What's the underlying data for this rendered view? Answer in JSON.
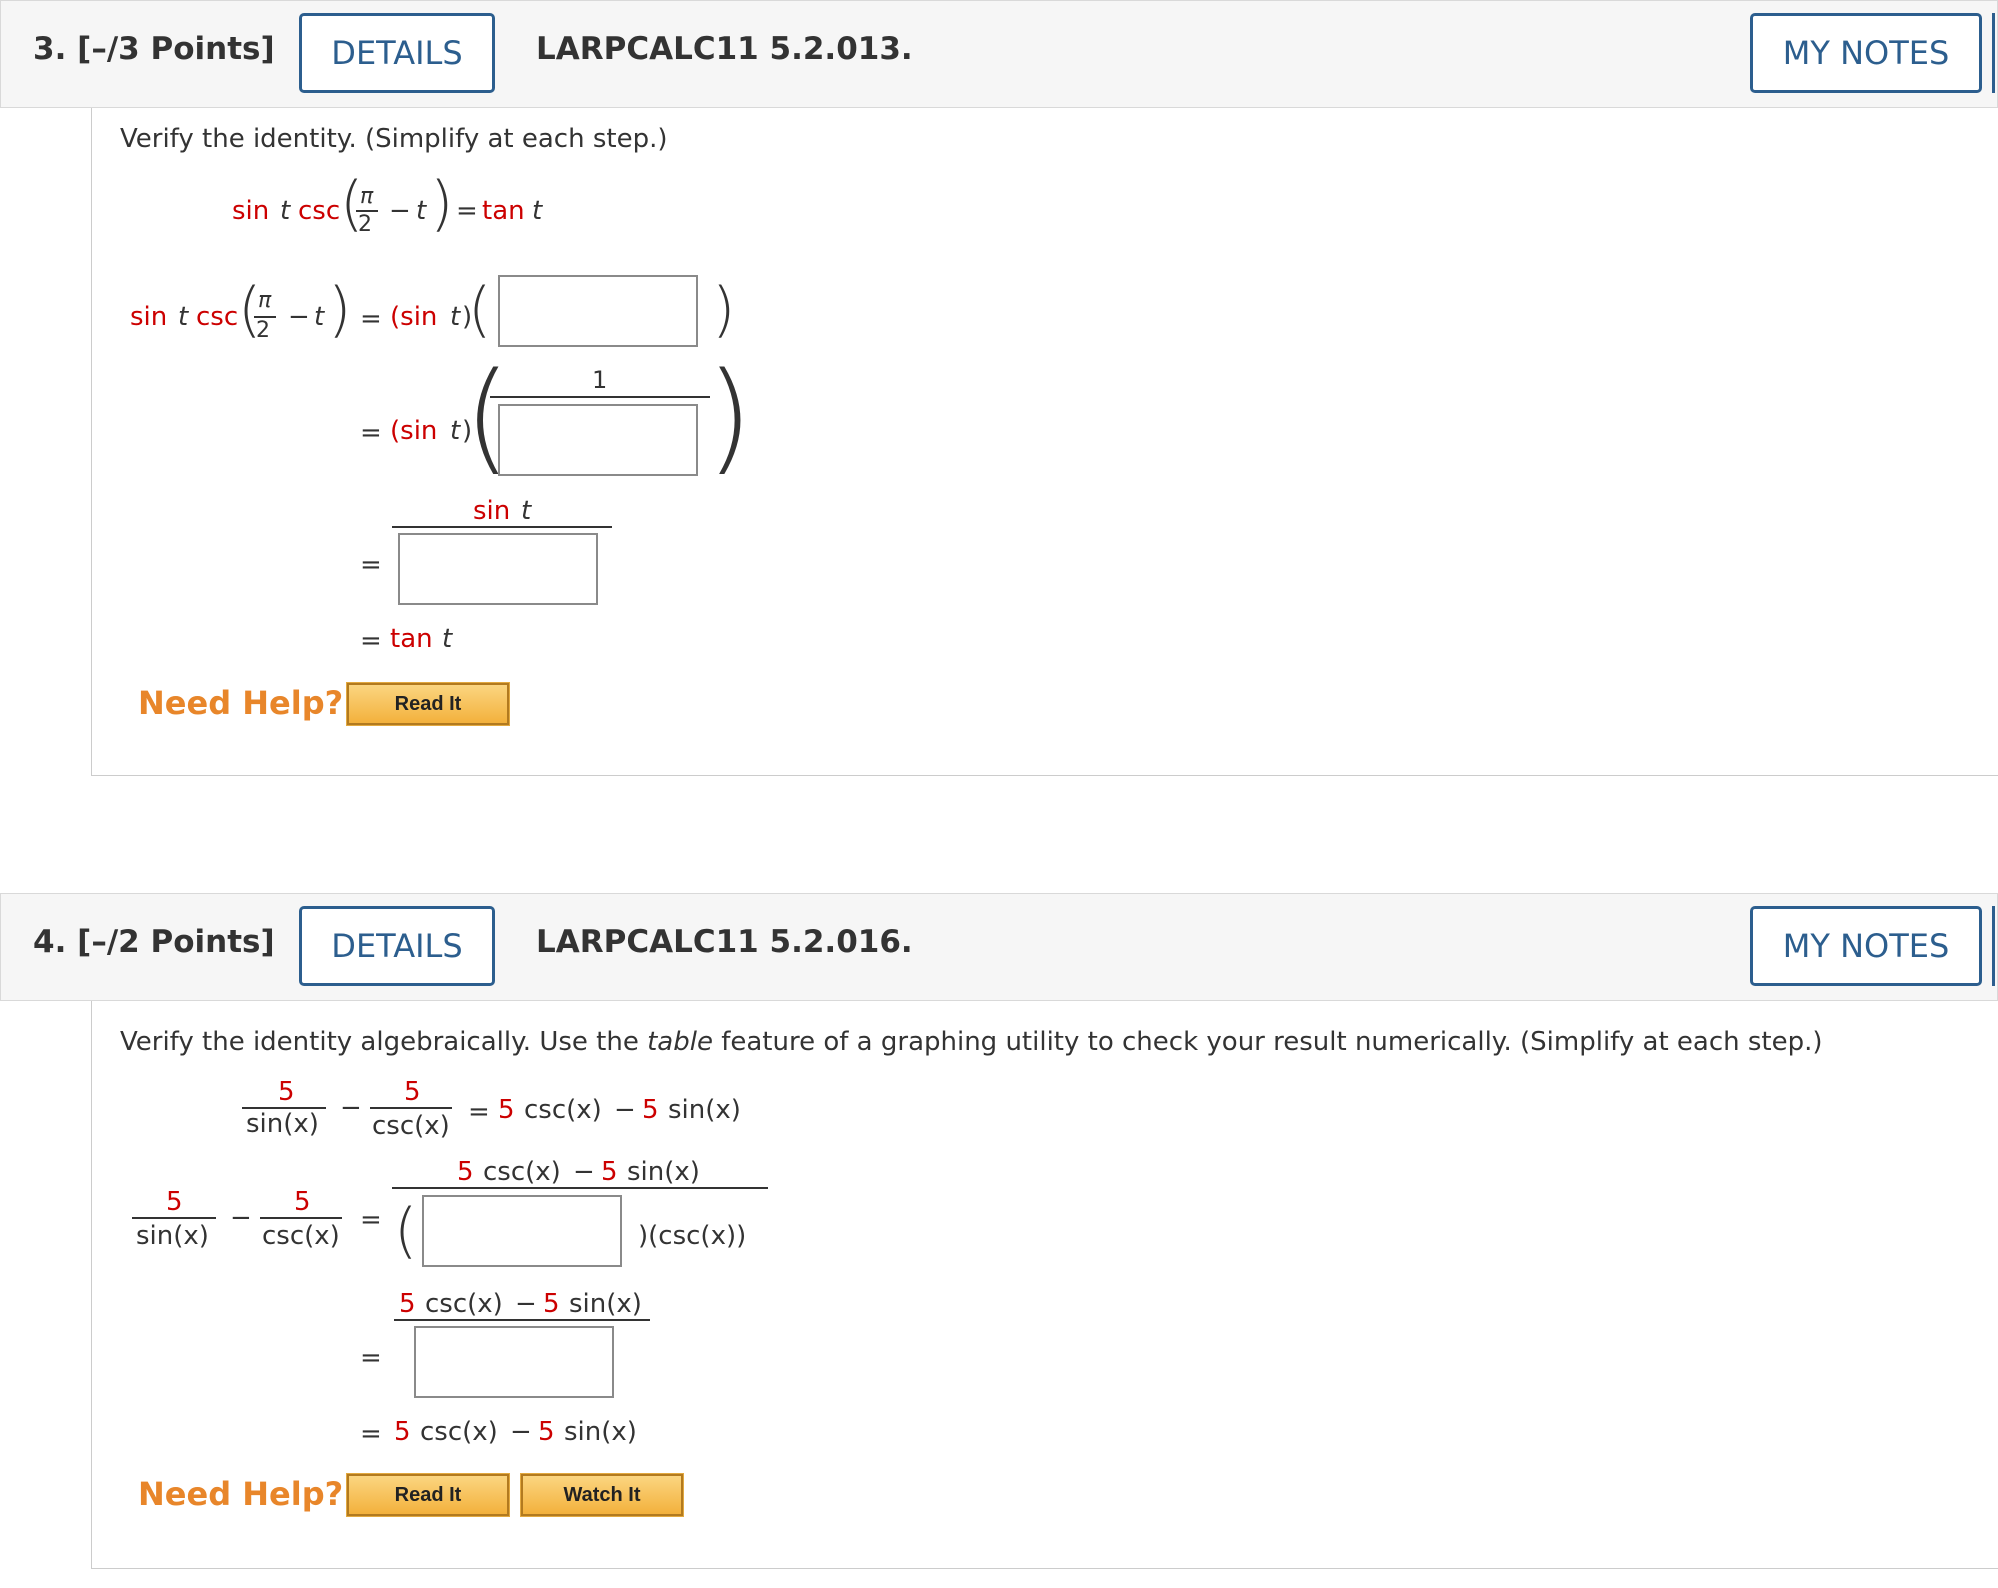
{
  "q3": {
    "number": "3.",
    "points": "[–/3 Points]",
    "details_label": "DETAILS",
    "reference": "LARPCALC11 5.2.013.",
    "notes_label": "MY NOTES",
    "prompt": "Verify the identity. (Simplify at each step.)",
    "help_label": "Need Help?",
    "read_it_label": "Read It",
    "math": {
      "sin": "sin",
      "t": "t",
      "csc": "csc",
      "pi": "π",
      "two": "2",
      "minus": "−",
      "eq": "=",
      "tan": "tan",
      "sint_paren_open": "(sin",
      "paren_close": ")",
      "one": "1"
    },
    "answers": [
      "",
      "",
      ""
    ]
  },
  "q4": {
    "number": "4.",
    "points": "[–/2 Points]",
    "details_label": "DETAILS",
    "reference": "LARPCALC11 5.2.016.",
    "notes_label": "MY NOTES",
    "prompt_a": "Verify the identity algebraically. Use the ",
    "prompt_em": "table",
    "prompt_b": " feature of a graphing utility to check your result numerically. (Simplify at each step.)",
    "help_label": "Need Help?",
    "read_it_label": "Read It",
    "watch_it_label": "Watch It",
    "math": {
      "five": "5",
      "sinx": "sin(x)",
      "cscx": "csc(x)",
      "minus": "−",
      "eq": "=",
      "rhs_csc": "csc(x)",
      "rhs_sin": "sin(x)",
      "csc_paren": ")(csc(x))"
    },
    "answers": [
      "",
      ""
    ]
  }
}
